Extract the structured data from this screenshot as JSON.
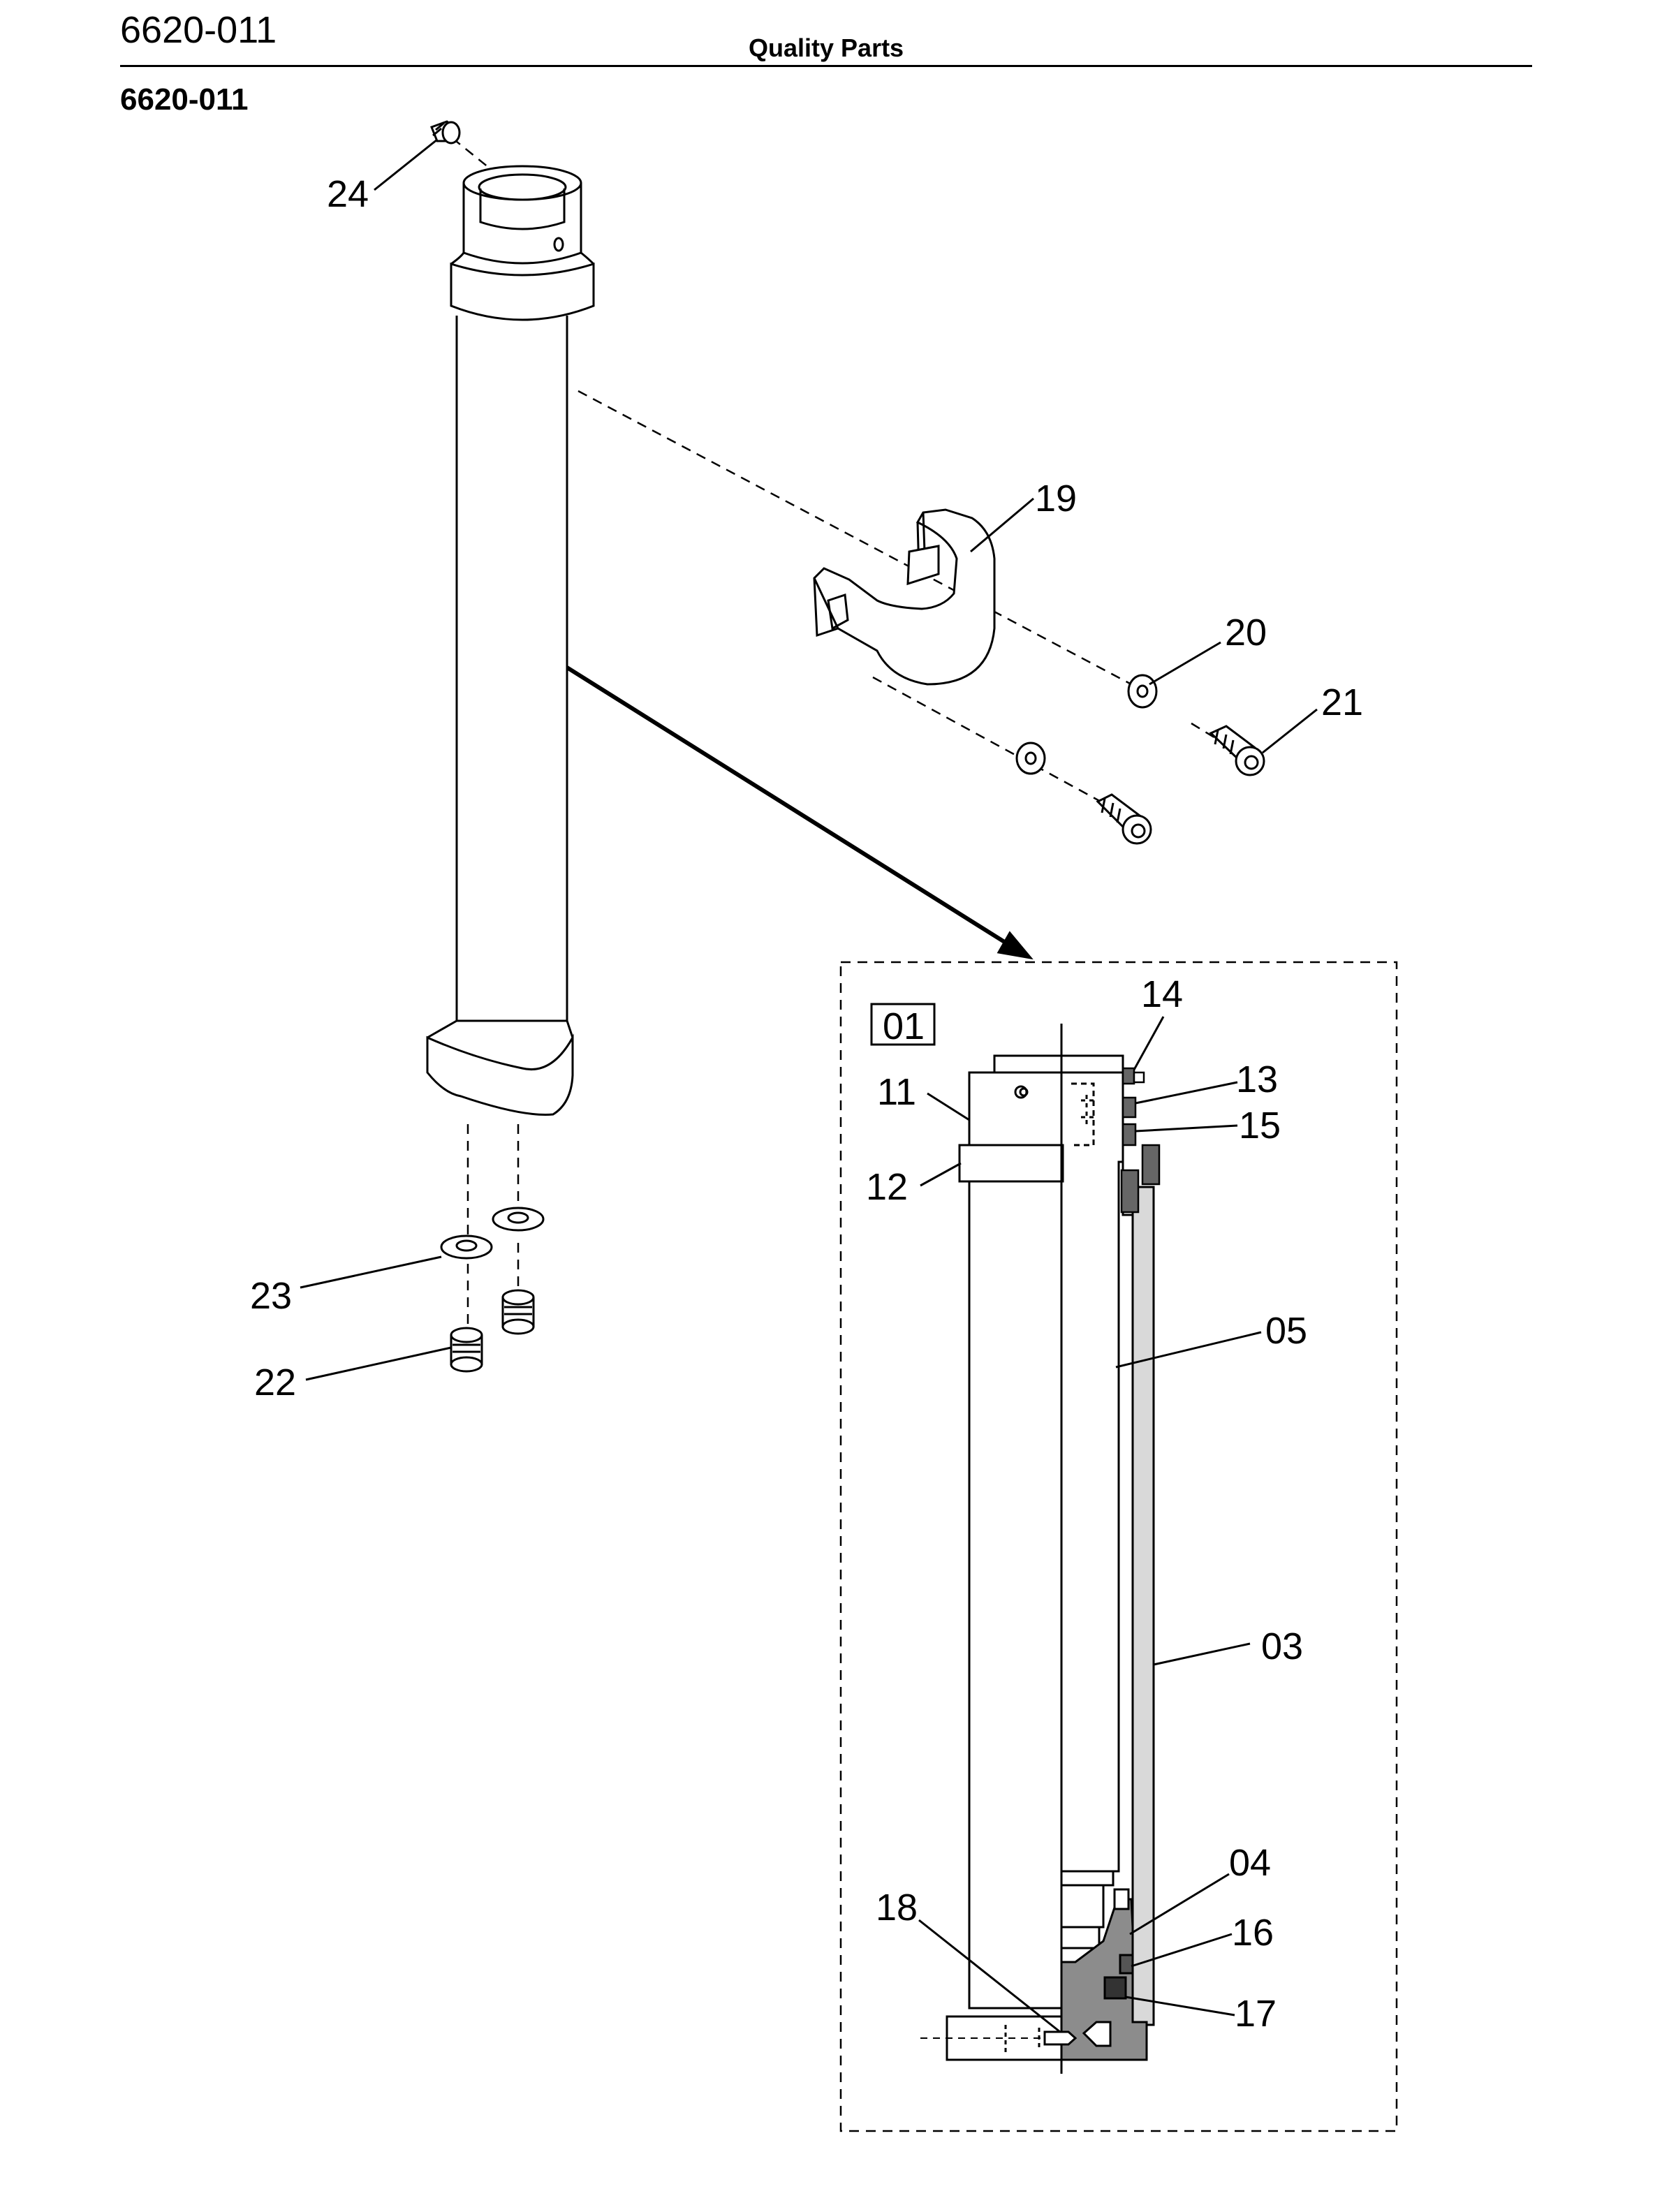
{
  "header": {
    "doc_number": "6620-011",
    "title": "Quality Parts"
  },
  "section_title": "6620-011",
  "detail_box_label": "01",
  "callouts": {
    "c24": "24",
    "c19": "19",
    "c20": "20",
    "c21": "21",
    "c23": "23",
    "c22": "22",
    "c14": "14",
    "c13": "13",
    "c15": "15",
    "c11": "11",
    "c12": "12",
    "c05": "05",
    "c03": "03",
    "c04": "04",
    "c16": "16",
    "c17": "17",
    "c18": "18"
  }
}
